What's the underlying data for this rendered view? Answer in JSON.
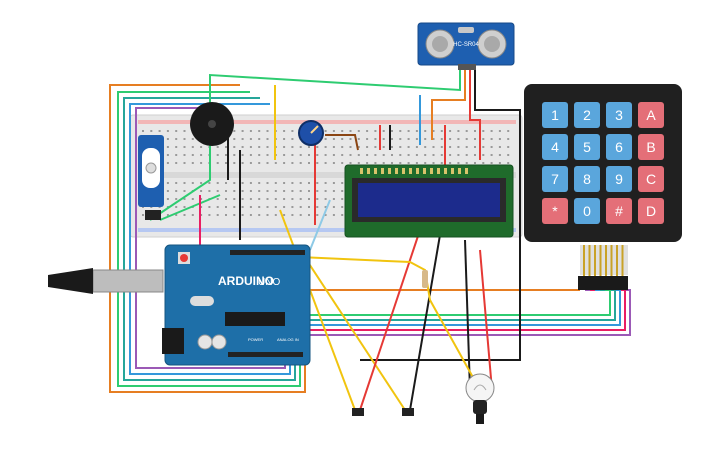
{
  "sensor": {
    "label": "HC-SR04"
  },
  "arduino": {
    "logo": "ARDUINO",
    "model": "UNO",
    "power_label": "POWER",
    "analog_label": "ANALOG IN"
  },
  "keypad": {
    "keys": [
      [
        "1",
        "2",
        "3",
        "A"
      ],
      [
        "4",
        "5",
        "6",
        "B"
      ],
      [
        "7",
        "8",
        "9",
        "C"
      ],
      [
        "*",
        "0",
        "#",
        "D"
      ]
    ],
    "colors": {
      "number_key": "#5aa6dc",
      "function_key": "#e46f78",
      "body": "#202020"
    }
  },
  "lcd": {
    "screen_color": "#1c2b8c",
    "board_color": "#1f6b2b"
  },
  "wire_colors": [
    "#e67e22",
    "#f1c40f",
    "#2ecc71",
    "#3498db",
    "#9b59b6",
    "#e91e63",
    "#1a1a1a",
    "#e53935",
    "#26a69a",
    "#7cb342"
  ]
}
